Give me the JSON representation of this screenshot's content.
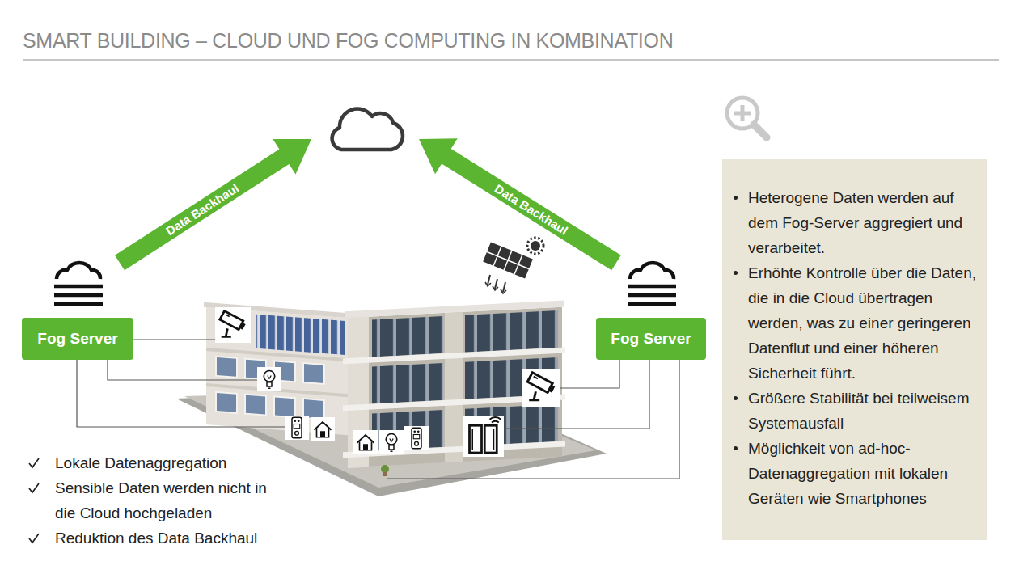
{
  "diagram": {
    "title": "SMART BUILDING – CLOUD UND FOG COMPUTING IN KOMBINATION",
    "nodes": [
      {
        "text": [
          "Fog Server"
        ]
      },
      {
        "text": [
          "Fog Server"
        ]
      },
      {
        "text": [
          "Heterogene Daten werden auf dem Fog-Server aggregiert und verarbeitet.",
          "Erhöhte Kontrolle über die Daten, die in die Cloud übertragen werden, was zu einer geringeren Datenflut und einer höheren Sicherheit führt.",
          "Größere Stabilität bei teilweisem Systemausfall",
          "Möglichkeit von ad-hoc-Datenaggregation mit lokalen Geräten wie Smartphones"
        ]
      }
    ],
    "labels": [
      "Data Backhaul",
      "Data Backhaul",
      "Lokale Datenaggregation",
      "Sensible Daten werden nicht in die Cloud hochgeladen",
      "Reduktion des Data Backhaul"
    ]
  }
}
